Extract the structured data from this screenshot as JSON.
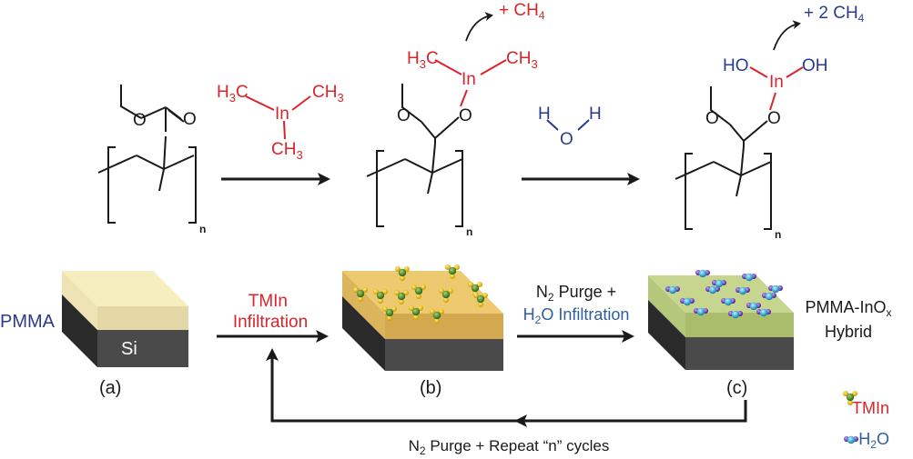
{
  "colors": {
    "red": "#d8252b",
    "navy": "#2b3a8f",
    "steel_blue": "#2f5f9a",
    "black": "#1a1a1a",
    "pmma_yellow": "#f7eec0",
    "infiltrated_yellow": "#e9c36a",
    "hybrid_green": "#b9cc7e",
    "silicon_gray": "#4a4a4a"
  },
  "reaction": {
    "tmin_formula": {
      "center": "In",
      "top_left": "H3C",
      "top_right": "CH3",
      "bottom": "CH3"
    },
    "methane_release_1": "+ CH",
    "methane_release_1_sub": "4",
    "intermediate": {
      "center": "In",
      "left": "H3C",
      "right": "CH3",
      "oxygens": [
        "O",
        "O"
      ]
    },
    "water": {
      "h1": "H",
      "o": "O",
      "h2": "H"
    },
    "methane_release_2": "+ 2 CH",
    "methane_release_2_sub": "4",
    "product": {
      "center": "In",
      "left": "HO",
      "right": "OH",
      "oxygens": [
        "O",
        "O"
      ]
    },
    "repeat_subscript": "n"
  },
  "process": {
    "pmma_label": "PMMA",
    "si_label": "Si",
    "step_a": "(a)",
    "step_b": "(b)",
    "step_c": "(c)",
    "tmin_infiltration_line1": "TMIn",
    "tmin_infiltration_line2": "Infiltration",
    "purge_line1_pre": "N",
    "purge_line1_sub": "2",
    "purge_line1_post": " Purge +",
    "purge_line2_pre": "H",
    "purge_line2_sub": "2",
    "purge_line2_post": "O Infiltration",
    "hybrid_line1_pre": "PMMA-InO",
    "hybrid_line1_sub": "x",
    "hybrid_line2": "Hybrid",
    "cycle_pre": "N",
    "cycle_sub": "2",
    "cycle_post": " Purge + Repeat “n” cycles"
  },
  "legend": {
    "tmin": "TMIn",
    "h2o_pre": "H",
    "h2o_sub": "2",
    "h2o_post": "O"
  }
}
